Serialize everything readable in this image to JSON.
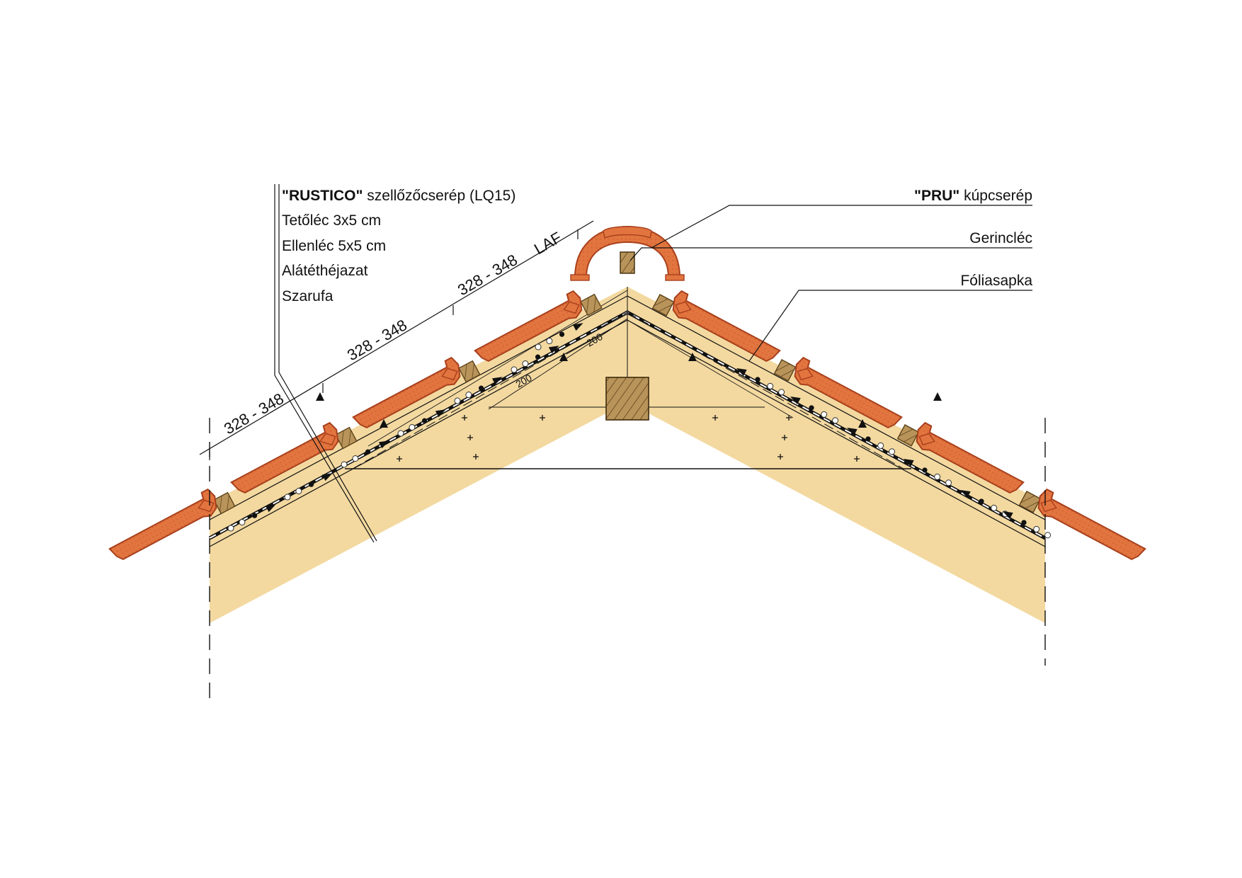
{
  "labels_left": {
    "rustico_bold": "\"RUSTICO\"",
    "rustico_rest": "szellőzőcserép (LQ15)",
    "line2": "Tetőléc 3x5 cm",
    "line3": "Ellenléc 5x5 cm",
    "line4": "Alátéthéjazat",
    "line5": "Szarufa"
  },
  "labels_right": {
    "pru_bold": "\"PRU\"",
    "pru_rest": "kúpcserép",
    "gerinclec": "Gerincléc",
    "foliasapka": "Fóliasapka"
  },
  "dimensions": {
    "spacing_1": "328 - 348",
    "spacing_2": "328 - 348",
    "spacing_3": "328 - 348",
    "laf": "LAF",
    "small_1": "200",
    "small_2": "200"
  },
  "colors": {
    "tile": "#e2753f",
    "tile_dark": "#a8401c",
    "wood": "#f3d9a0",
    "batten": "#b8945a",
    "beam": "#8a6a30",
    "ink": "#111111"
  }
}
